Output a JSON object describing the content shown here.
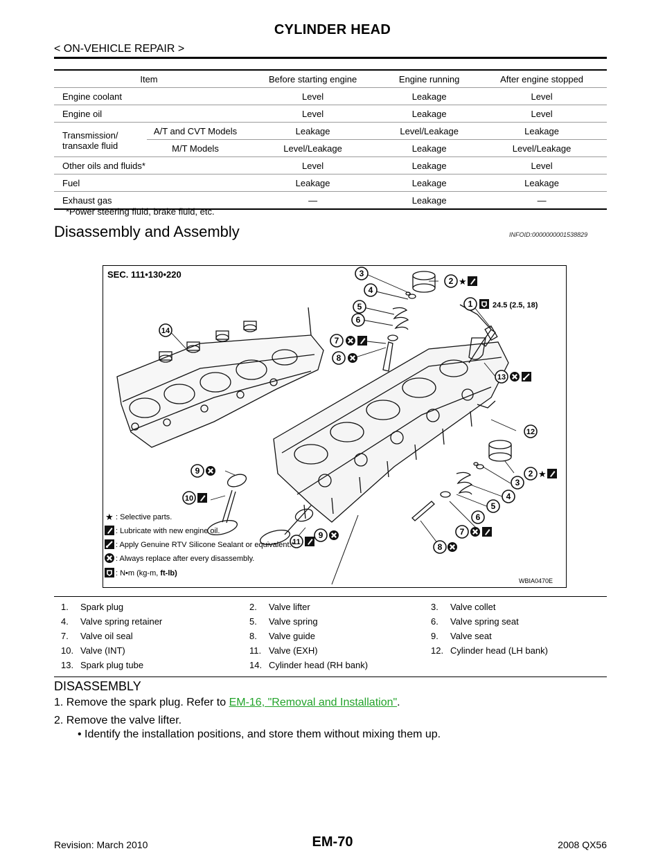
{
  "header": {
    "title": "CYLINDER HEAD",
    "section": "< ON-VEHICLE REPAIR >"
  },
  "check_table": {
    "columns": [
      "Item",
      "Before starting engine",
      "Engine running",
      "After engine stopped"
    ],
    "rows": [
      {
        "item": "Engine coolant",
        "before": "Level",
        "running": "Leakage",
        "after": "Level"
      },
      {
        "item": "Engine oil",
        "before": "Level",
        "running": "Leakage",
        "after": "Level"
      },
      {
        "item": "Transmission/ transaxle fluid",
        "sub": "A/T and CVT Models",
        "before": "Leakage",
        "running": "Level/Leakage",
        "after": "Leakage"
      },
      {
        "sub": "M/T Models",
        "before": "Level/Leakage",
        "running": "Leakage",
        "after": "Level/Leakage"
      },
      {
        "item": "Other oils and fluids*",
        "before": "Level",
        "running": "Leakage",
        "after": "Level"
      },
      {
        "item": "Fuel",
        "before": "Leakage",
        "running": "Leakage",
        "after": "Leakage"
      },
      {
        "item": "Exhaust gas",
        "before": "—",
        "running": "Leakage",
        "after": "—"
      }
    ],
    "transmission_line1": "Transmission/",
    "transmission_line2": "transaxle fluid",
    "footnote": "*Power steering fluid, brake fluid, etc."
  },
  "section": {
    "title": "Disassembly and Assembly",
    "info_id": "INFOID:0000000001538829"
  },
  "figure": {
    "sec_label": "SEC. 111•130•220",
    "torque": "24.5 (2.5, 18)",
    "figure_code": "WBIA0470E",
    "legend_selective": ": Selective parts.",
    "legend_lubricate": ": Lubricate with new engine oil.",
    "legend_sealant": ": Apply Genuine RTV Silicone Sealant or equivalent.*",
    "legend_replace": ": Always replace after every disassembly.",
    "legend_torque_prefix": ": N•m (kg-m, ",
    "legend_torque_bold": "ft-lb)",
    "callouts": [
      "1",
      "2",
      "3",
      "4",
      "5",
      "6",
      "7",
      "8",
      "9",
      "10",
      "11",
      "12",
      "13",
      "14"
    ]
  },
  "parts": [
    [
      {
        "n": "1.",
        "label": "Spark plug"
      },
      {
        "n": "2.",
        "label": "Valve lifter"
      },
      {
        "n": "3.",
        "label": "Valve collet"
      }
    ],
    [
      {
        "n": "4.",
        "label": "Valve spring retainer"
      },
      {
        "n": "5.",
        "label": "Valve spring"
      },
      {
        "n": "6.",
        "label": "Valve spring seat"
      }
    ],
    [
      {
        "n": "7.",
        "label": "Valve oil seal"
      },
      {
        "n": "8.",
        "label": "Valve guide"
      },
      {
        "n": "9.",
        "label": "Valve seat"
      }
    ],
    [
      {
        "n": "10.",
        "label": "Valve (INT)"
      },
      {
        "n": "11.",
        "label": "Valve (EXH)"
      },
      {
        "n": "12.",
        "label": "Cylinder head (LH bank)"
      }
    ],
    [
      {
        "n": "13.",
        "label": "Spark plug tube"
      },
      {
        "n": "14.",
        "label": "Cylinder head (RH bank)"
      },
      {
        "n": "",
        "label": ""
      }
    ]
  ],
  "disassembly": {
    "heading": "DISASSEMBLY",
    "step1_prefix": "1. Remove the spark plug. Refer to ",
    "step1_link": "EM-16, \"Removal and Installation\"",
    "step1_suffix": ".",
    "step2": "2. Remove the valve lifter.",
    "step2_bullet": "• Identify the installation positions, and store them without mixing them up."
  },
  "footer": {
    "revision": "Revision: March 2010",
    "page": "EM-70",
    "model": "2008 QX56"
  }
}
